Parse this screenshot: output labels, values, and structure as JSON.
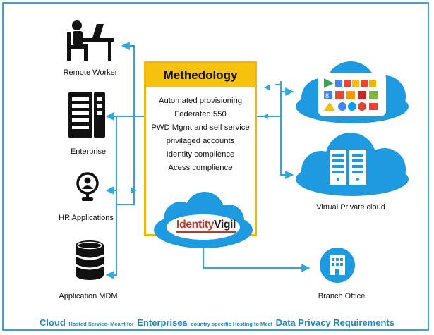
{
  "nodes": {
    "remote_worker": "Remote Worker",
    "enterprise": "Enterprise",
    "hr_applications": "HR Applications",
    "application_mdm": "Application MDM",
    "virtual_private_cloud": "Virtual Private cloud",
    "branch_office": "Branch Office"
  },
  "methodology": {
    "title": "Methedology",
    "items": [
      "Automated provisioning",
      "Federated  550",
      "PWD Mgmt and self service",
      "privilaged accounts",
      "Identity complience",
      "Acess  complience"
    ]
  },
  "logo": {
    "part1": "Identity",
    "part2": "Vigil"
  },
  "footer": {
    "part1": "Cloud",
    "part2": "Hosted Service- Meant for",
    "part3": "Enterprises",
    "part4": "country specific Hosting to Meet",
    "part5": "Data Privacy Requirements"
  },
  "colors": {
    "accent_blue": "#2aa9e0",
    "cloud_blue": "#1e9be0",
    "methodology_gold": "#f6c20e",
    "logo_red": "#c0392b"
  },
  "icons": [
    "person-at-desk-icon",
    "server-rack-icon",
    "user-badge-icon",
    "database-icon",
    "app-store-icon",
    "server-icon",
    "building-icon",
    "cloud-icon"
  ]
}
